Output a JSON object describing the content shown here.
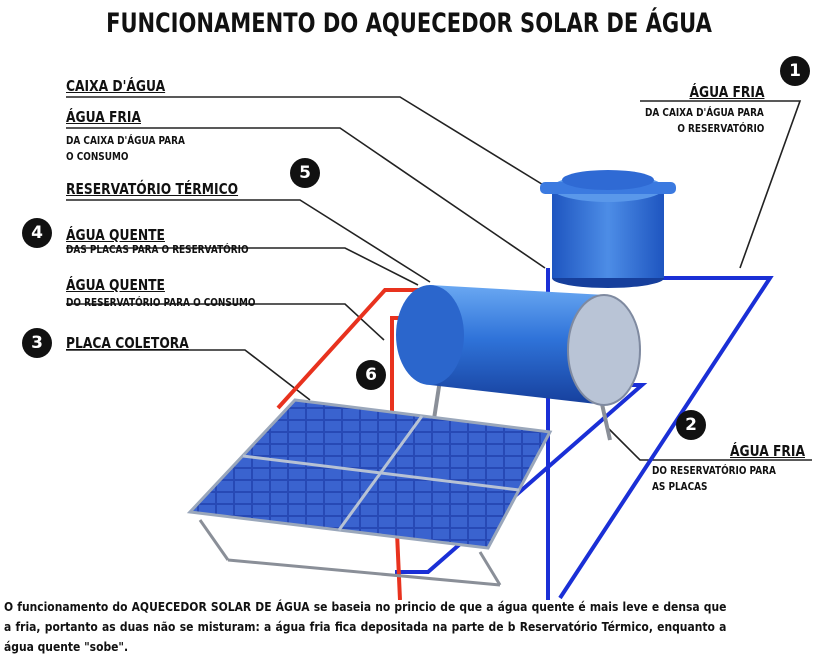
{
  "title": "FUNCIONAMENTO DO AQUECEDOR SOLAR DE ÁGUA",
  "labels": {
    "caixa": "CAIXA D'ÁGUA",
    "fria_consumo": {
      "title": "ÁGUA FRIA",
      "line1": "DA CAIXA D'ÁGUA PARA",
      "line2": "O CONSUMO"
    },
    "reservatorio": "RESERVATÓRIO  TÉRMICO",
    "quente_placas": {
      "title": "ÁGUA QUENTE",
      "line1": "DAS PLACAS PARA O RESERVATÓRIO"
    },
    "quente_consumo": {
      "title": "ÁGUA QUENTE",
      "line1": "DO RESERVATÓRIO PARA O CONSUMO"
    },
    "placa": "PLACA COLETORA",
    "fria_reservatorio": {
      "title": "ÁGUA FRIA",
      "line1": "DA CAIXA D'ÁGUA PARA",
      "line2": "O RESERVATÓRIO"
    },
    "fria_placas": {
      "title": "ÁGUA FRIA",
      "line1": "DO RESERVATÓRIO PARA",
      "line2": "AS PLACAS"
    }
  },
  "numbers": {
    "n1": "1",
    "n2": "2",
    "n3": "3",
    "n4": "4",
    "n5": "5",
    "n6": "6"
  },
  "paragraph": "O funcionamento do AQUECEDOR SOLAR DE ÁGUA se baseia no princio de que a água quente é mais leve e densa que a fria, portanto as duas não se misturam: a água fria fica depositada na parte de b Reservatório Térmico, enquanto a água quente \"sobe\".",
  "colors": {
    "cold_pipe": "#1a2fd6",
    "hot_pipe": "#e8321e",
    "tank": "#2f73d9",
    "panel": "#2a4fb8"
  }
}
